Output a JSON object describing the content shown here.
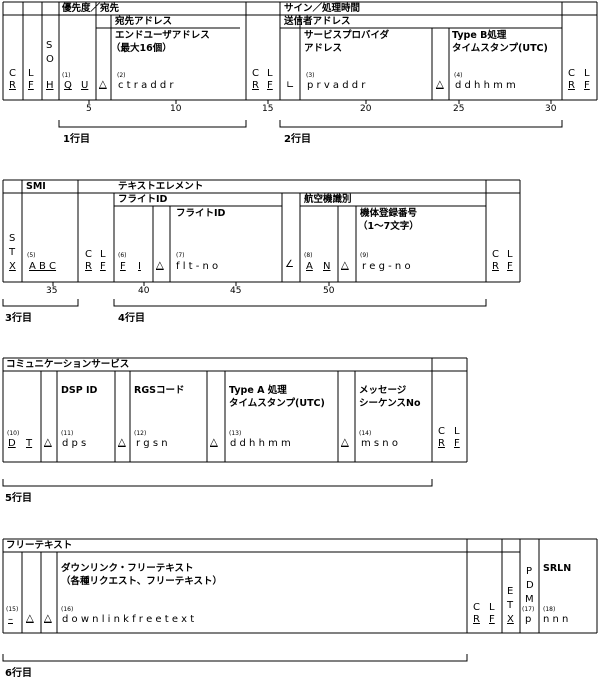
{
  "block1": {
    "priority_dest": "優先度／宛先",
    "sign_time": "サイン／処理時間",
    "dest_address": "宛先アドレス",
    "sender_address": "送信者アドレス",
    "end_user_address": "エンドユーザアドレス",
    "max16": "（最大16個）",
    "sp_address1": "サービスプロバイダ",
    "sp_address2": "アドレス",
    "typeb1": "Type B処理",
    "typeb2": "タイムスタンプ(UTC)",
    "f1": "(1)",
    "f2": "(2)",
    "f3": "(3)",
    "f4": "(4)",
    "cr": "C",
    "lf": "L",
    "r": "R",
    "f": "F",
    "s": "S",
    "o": "O",
    "h": "H",
    "q": "Q",
    "u": "U",
    "end_user_chars": "c   t   r   a   d   d   r",
    "sp_chars": "p   r   v   a   d   d   r",
    "tb_chars": "d   d   h   h   m   m",
    "ticks": [
      "5",
      "10",
      "15",
      "20",
      "25",
      "30"
    ],
    "row1": "1行目",
    "row2": "2行目"
  },
  "block2": {
    "smi": "SMI",
    "text_element": "テキストエレメント",
    "flight_id_group": "フライトID",
    "flight_id": "フライトID",
    "aircraft_id": "航空機識別",
    "reg_no": "機体登録番号",
    "reg_no_sub": "（1～7文字）",
    "f5": "(5)",
    "f6": "(6)",
    "f7": "(7)",
    "f8": "(8)",
    "f9": "(9)",
    "stx1": "S",
    "stx2": "T",
    "stx3": "X",
    "abc": "A   B   C",
    "fi1": "F",
    "fi2": "I",
    "flt": "f   l   t   -   n   o",
    "an1": "A",
    "an2": "N",
    "reg": "r   e   g   -   n   o",
    "ticks": [
      "35",
      "40",
      "45",
      "50"
    ],
    "row3": "3行目",
    "row4": "4行目"
  },
  "block3": {
    "comm": "コミュニケーションサービス",
    "dsp": "DSP ID",
    "rgs": "RGSコード",
    "typea1": "Type A 処理",
    "typea2": "タイムスタンプ(UTC)",
    "msg1": "メッセージ",
    "msg2": "シーケンスNo",
    "f10": "(10)",
    "f11": "(11)",
    "f12": "(12)",
    "f13": "(13)",
    "f14": "(14)",
    "dt1": "D",
    "dt2": "T",
    "dps": "d   p   s",
    "rgsn": "r   g   s   n",
    "ddhhmm": "d   d   h   h   m   m",
    "msno": "m   s   n   o",
    "row5": "5行目"
  },
  "block4": {
    "free": "フリーテキスト",
    "downlink1": "ダウンリンク・フリーテキスト",
    "downlink2": "（各種リクエスト、フリーテキスト）",
    "srln": "SRLN",
    "pdm1": "P",
    "pdm2": "D",
    "pdm3": "M",
    "etx1": "E",
    "etx2": "T",
    "etx3": "X",
    "f15": "(15)",
    "f16": "(16)",
    "f17": "(17)",
    "f18": "(18)",
    "dash": "–",
    "dl_chars": "d   o   w   n   l   i   n   k       f   r   e   e       t   e   x   t",
    "p": "p",
    "nnn": "n   n   n",
    "row6": "6行目"
  }
}
